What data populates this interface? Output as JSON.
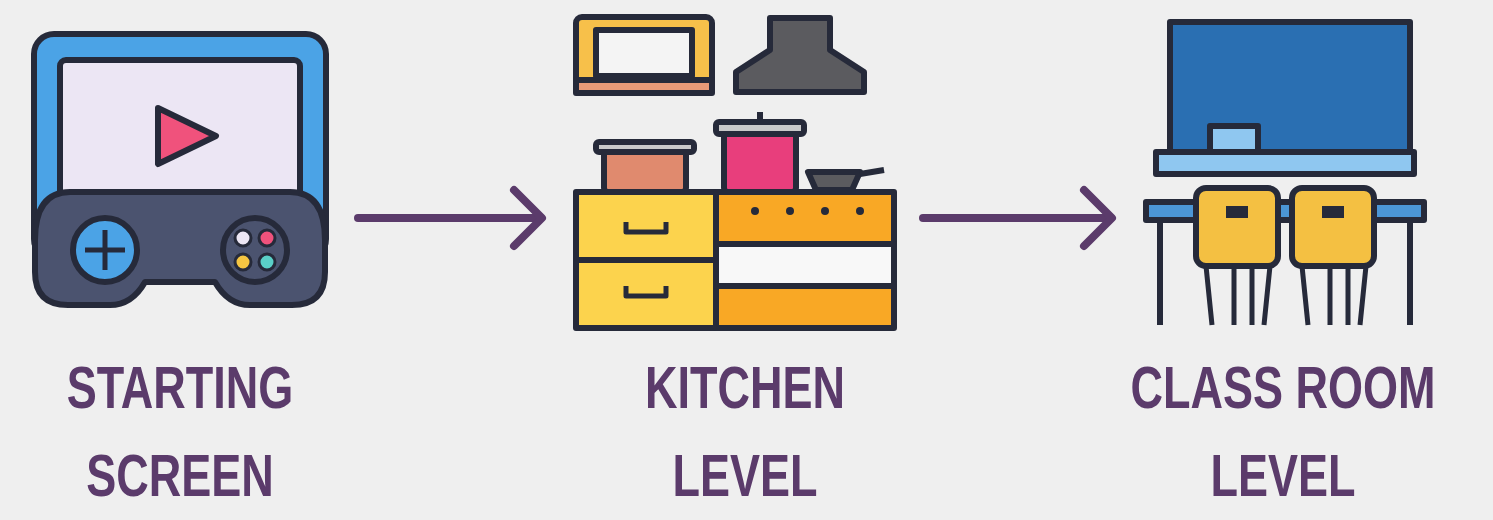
{
  "diagram": {
    "nodes": [
      {
        "text": [
          "STARTING SCREEN"
        ]
      },
      {
        "text": [
          "KITCHEN LEVEL"
        ]
      },
      {
        "text": [
          "CLASS ROOM LEVEL"
        ]
      }
    ],
    "edges": [
      {
        "from": 0,
        "to": 1,
        "arrow": "to"
      },
      {
        "from": 1,
        "to": 2,
        "arrow": "to"
      }
    ]
  }
}
